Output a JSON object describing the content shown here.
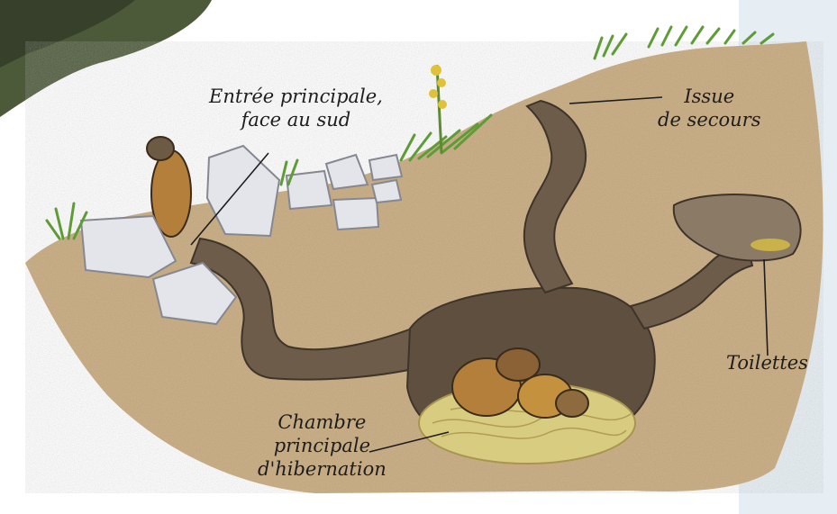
{
  "labels": {
    "entrance": {
      "line1": "Entrée principale,",
      "line2": "face au sud"
    },
    "emergency_exit": {
      "line1": "Issue",
      "line2": "de secours"
    },
    "toilets": {
      "text": "Toilettes"
    },
    "hibernation_chamber": {
      "line1": "Chambre",
      "line2": "principale",
      "line3": "d'hibernation"
    }
  },
  "colors": {
    "soil": "#cfb58f",
    "soil_dark": "#b99c76",
    "tunnel": "#6e5d4a",
    "tunnel_dark": "#4f4133",
    "rock": "#e4e6ea",
    "rock_edge": "#8c8f96",
    "grass": "#6aa33a",
    "hay": "#d9c979",
    "marmot": "#c1893c",
    "background": "#ffffff",
    "sky_tint": "#dfe8ee"
  },
  "icons": [
    "marmot-icon",
    "rock-icon",
    "grass-icon",
    "hay-nest-icon"
  ]
}
